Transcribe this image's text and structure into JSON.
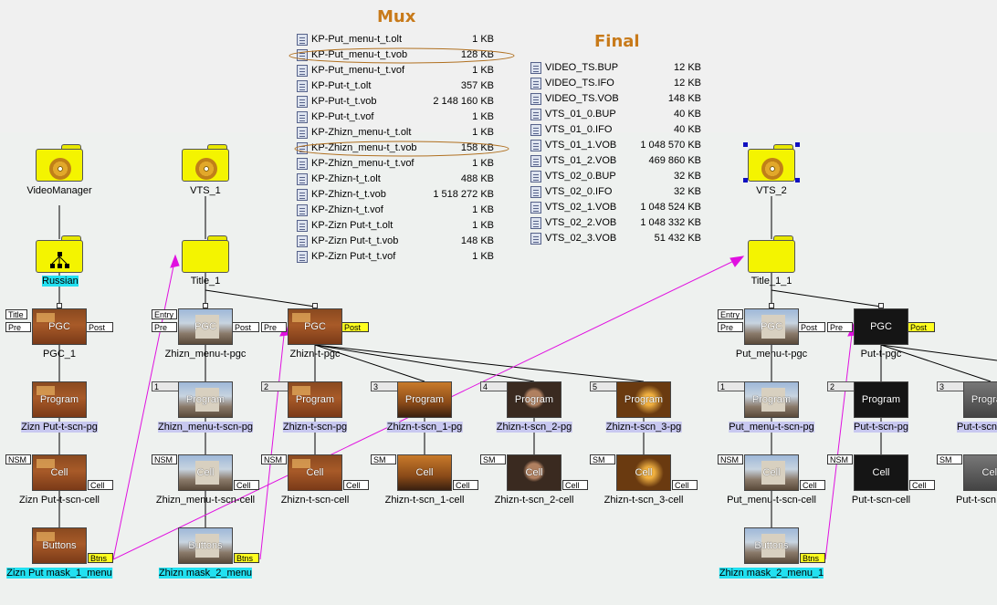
{
  "headings": {
    "mux": "Mux",
    "final": "Final"
  },
  "mux_files": [
    {
      "name": "KP-Put_menu-t_t.olt",
      "size": "1 KB",
      "circled": false
    },
    {
      "name": "KP-Put_menu-t_t.vob",
      "size": "128 KB",
      "circled": true
    },
    {
      "name": "KP-Put_menu-t_t.vof",
      "size": "1 KB",
      "circled": false
    },
    {
      "name": "KP-Put-t_t.olt",
      "size": "357 KB",
      "circled": false
    },
    {
      "name": "KP-Put-t_t.vob",
      "size": "2 148 160 KB",
      "circled": false
    },
    {
      "name": "KP-Put-t_t.vof",
      "size": "1 KB",
      "circled": false
    },
    {
      "name": "KP-Zhizn_menu-t_t.olt",
      "size": "1 KB",
      "circled": false
    },
    {
      "name": "KP-Zhizn_menu-t_t.vob",
      "size": "158 KB",
      "circled": true
    },
    {
      "name": "KP-Zhizn_menu-t_t.vof",
      "size": "1 KB",
      "circled": false
    },
    {
      "name": "KP-Zhizn-t_t.olt",
      "size": "488 KB",
      "circled": false
    },
    {
      "name": "KP-Zhizn-t_t.vob",
      "size": "1 518 272 KB",
      "circled": false
    },
    {
      "name": "KP-Zhizn-t_t.vof",
      "size": "1 KB",
      "circled": false
    },
    {
      "name": "KP-Zizn Put-t_t.olt",
      "size": "1 KB",
      "circled": false
    },
    {
      "name": "KP-Zizn Put-t_t.vob",
      "size": "148 KB",
      "circled": false
    },
    {
      "name": "KP-Zizn Put-t_t.vof",
      "size": "1 KB",
      "circled": false
    }
  ],
  "final_files": [
    {
      "name": "VIDEO_TS.BUP",
      "size": "12 KB"
    },
    {
      "name": "VIDEO_TS.IFO",
      "size": "12 KB"
    },
    {
      "name": "VIDEO_TS.VOB",
      "size": "148 KB"
    },
    {
      "name": "VTS_01_0.BUP",
      "size": "40 KB"
    },
    {
      "name": "VTS_01_0.IFO",
      "size": "40 KB"
    },
    {
      "name": "VTS_01_1.VOB",
      "size": "1 048 570 KB"
    },
    {
      "name": "VTS_01_2.VOB",
      "size": "469 860 KB"
    },
    {
      "name": "VTS_02_0.BUP",
      "size": "32 KB"
    },
    {
      "name": "VTS_02_0.IFO",
      "size": "32 KB"
    },
    {
      "name": "VTS_02_1.VOB",
      "size": "1 048 524 KB"
    },
    {
      "name": "VTS_02_2.VOB",
      "size": "1 048 332 KB"
    },
    {
      "name": "VTS_02_3.VOB",
      "size": "51 432 KB"
    }
  ],
  "nodes": {
    "videomanager": "VideoManager",
    "russian": "Russian",
    "pgc_1": "PGC_1",
    "zizn_put_scn_pg": "Zizn Put-t-scn-pg",
    "zizn_put_scn_cell": "Zizn Put-t-scn-cell",
    "zizn_put_mask_menu": "Zizn Put mask_1_menu",
    "vts_1": "VTS_1",
    "title_1": "Title_1",
    "zhizn_menu_pgc": "Zhizn_menu-t-pgc",
    "zhizn_menu_scn_pg": "Zhizn_menu-t-scn-pg",
    "zhizn_menu_scn_cell": "Zhizn_menu-t-scn-cell",
    "zhizn_mask_2_menu": "Zhizn mask_2_menu",
    "zhizn_pgc": "Zhizn-t-pgc",
    "zhizn_scn_pg": "Zhizn-t-scn-pg",
    "zhizn_scn_cell": "Zhizn-t-scn-cell",
    "zhizn_scn_1_pg": "Zhizn-t-scn_1-pg",
    "zhizn_scn_1_cell": "Zhizn-t-scn_1-cell",
    "zhizn_scn_2_pg": "Zhizn-t-scn_2-pg",
    "zhizn_scn_2_cell": "Zhizn-t-scn_2-cell",
    "zhizn_scn_3_pg": "Zhizn-t-scn_3-pg",
    "zhizn_scn_3_cell": "Zhizn-t-scn_3-cell",
    "vts_2": "VTS_2",
    "title_1_1": "Title_1_1",
    "put_menu_pgc": "Put_menu-t-pgc",
    "put_menu_scn_pg": "Put_menu-t-scn-pg",
    "put_menu_scn_cell": "Put_menu-t-scn-cell",
    "zhizn_mask_2_menu_1": "Zhizn mask_2_menu_1",
    "put_pgc": "Put-t-pgc",
    "put_scn_pg": "Put-t-scn-pg",
    "put_scn_cell": "Put-t-scn-cell",
    "put_scn_cut": "Put-t-scn",
    "put_scn_cell_cut": "Put-t-scn"
  },
  "thumb_labels": {
    "pgc": "PGC",
    "program": "Program",
    "cell": "Cell",
    "buttons": "Buttons"
  },
  "tags": {
    "title": "Title",
    "entry": "Entry",
    "pre": "Pre",
    "post": "Post",
    "nsm": "NSM",
    "sm": "SM",
    "cell": "Cell",
    "btns": "Btns"
  },
  "numbers": [
    "1",
    "2",
    "3",
    "4",
    "5"
  ],
  "colors": {
    "arrow": "#e010e0",
    "circle": "#b07020",
    "folder": "#f4f400",
    "highlight_cyan": "#22e0f0",
    "highlight_blue": "#c8c8f0"
  }
}
